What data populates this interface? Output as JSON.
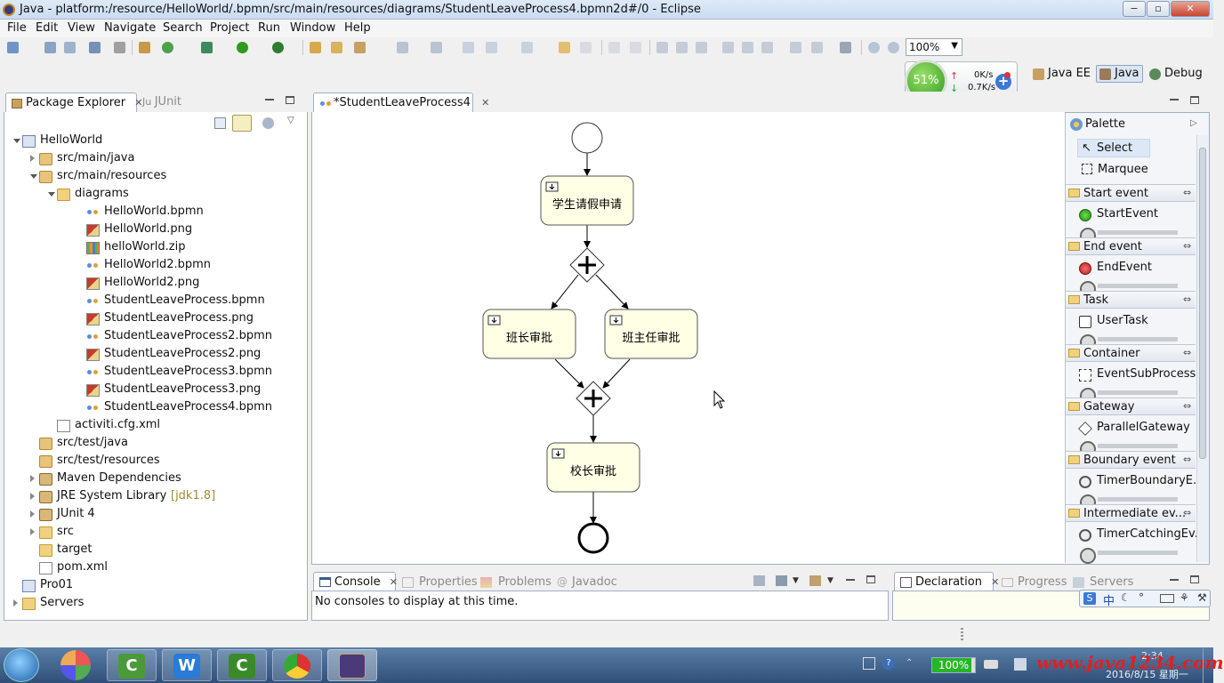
{
  "window": {
    "title": "Java - platform:/resource/HelloWorld/.bpmn/src/main/resources/diagrams/StudentLeaveProcess4.bpmn2d#/0 - Eclipse",
    "controls": [
      "−",
      "▫",
      "✕"
    ]
  },
  "menu": [
    "File",
    "Edit",
    "View",
    "Navigate",
    "Search",
    "Project",
    "Run",
    "Window",
    "Help"
  ],
  "toolbar": {
    "zoom": "100%"
  },
  "perspectives": [
    "Java EE",
    "Java",
    "Debug"
  ],
  "monitor": {
    "percent": "51%",
    "upload": "0K/s",
    "download": "0.7K/s",
    "plus": "+"
  },
  "left_panel": {
    "tabs": [
      "Package Explorer",
      "JUnit"
    ],
    "tree": [
      {
        "label": "HelloWorld",
        "depth": 0,
        "icon": "project",
        "twisty": "open"
      },
      {
        "label": "src/main/java",
        "depth": 1,
        "icon": "package",
        "twisty": "closed"
      },
      {
        "label": "src/main/resources",
        "depth": 1,
        "icon": "package",
        "twisty": "open"
      },
      {
        "label": "diagrams",
        "depth": 2,
        "icon": "folder",
        "twisty": "open"
      },
      {
        "label": "HelloWorld.bpmn",
        "depth": 3,
        "icon": "bpmn",
        "twisty": "none"
      },
      {
        "label": "HelloWorld.png",
        "depth": 3,
        "icon": "png",
        "twisty": "none"
      },
      {
        "label": "helloWorld.zip",
        "depth": 3,
        "icon": "zip",
        "twisty": "none"
      },
      {
        "label": "HelloWorld2.bpmn",
        "depth": 3,
        "icon": "bpmn",
        "twisty": "none"
      },
      {
        "label": "HelloWorld2.png",
        "depth": 3,
        "icon": "png",
        "twisty": "none"
      },
      {
        "label": "StudentLeaveProcess.bpmn",
        "depth": 3,
        "icon": "bpmn",
        "twisty": "none"
      },
      {
        "label": "StudentLeaveProcess.png",
        "depth": 3,
        "icon": "png",
        "twisty": "none"
      },
      {
        "label": "StudentLeaveProcess2.bpmn",
        "depth": 3,
        "icon": "bpmn",
        "twisty": "none"
      },
      {
        "label": "StudentLeaveProcess2.png",
        "depth": 3,
        "icon": "png",
        "twisty": "none"
      },
      {
        "label": "StudentLeaveProcess3.bpmn",
        "depth": 3,
        "icon": "bpmn",
        "twisty": "none"
      },
      {
        "label": "StudentLeaveProcess3.png",
        "depth": 3,
        "icon": "png",
        "twisty": "none"
      },
      {
        "label": "StudentLeaveProcess4.bpmn",
        "depth": 3,
        "icon": "bpmn",
        "twisty": "none"
      },
      {
        "label": "activiti.cfg.xml",
        "depth": 2,
        "icon": "xml",
        "twisty": "none"
      },
      {
        "label": "src/test/java",
        "depth": 1,
        "icon": "package",
        "twisty": "none"
      },
      {
        "label": "src/test/resources",
        "depth": 1,
        "icon": "package",
        "twisty": "none"
      },
      {
        "label": "Maven Dependencies",
        "depth": 1,
        "icon": "library",
        "twisty": "closed"
      },
      {
        "label": "JRE System Library",
        "suffix": "[jdk1.8]",
        "depth": 1,
        "icon": "library",
        "twisty": "closed"
      },
      {
        "label": "JUnit 4",
        "depth": 1,
        "icon": "library",
        "twisty": "closed"
      },
      {
        "label": "src",
        "depth": 1,
        "icon": "folder",
        "twisty": "closed"
      },
      {
        "label": "target",
        "depth": 1,
        "icon": "folder",
        "twisty": "none"
      },
      {
        "label": "pom.xml",
        "depth": 1,
        "icon": "xml",
        "twisty": "none"
      },
      {
        "label": "Pro01",
        "depth": 0,
        "icon": "project",
        "twisty": "none"
      },
      {
        "label": "Servers",
        "depth": 0,
        "icon": "folder",
        "twisty": "closed"
      }
    ]
  },
  "editor": {
    "tab": "*StudentLeaveProcess4",
    "diagram": {
      "tasks": [
        "学生请假申请",
        "班长审批",
        "班主任审批",
        "校长审批"
      ]
    }
  },
  "palette": {
    "title": "Palette",
    "tools": [
      "Select",
      "Marquee"
    ],
    "groups": [
      {
        "name": "Start event",
        "item": "StartEvent",
        "icon": "green-circle"
      },
      {
        "name": "End event",
        "item": "EndEvent",
        "icon": "red-circle"
      },
      {
        "name": "Task",
        "item": "UserTask",
        "icon": "user-task"
      },
      {
        "name": "Container",
        "item": "EventSubProcess",
        "icon": "dashed-box"
      },
      {
        "name": "Gateway",
        "item": "ParallelGateway",
        "icon": "diamond-plus"
      },
      {
        "name": "Boundary event",
        "item": "TimerBoundaryE...",
        "icon": "timer"
      },
      {
        "name": "Intermediate ev...",
        "item": "TimerCatchingEv...",
        "icon": "timer"
      }
    ]
  },
  "bottom_left": {
    "tabs": [
      "Console",
      "Properties",
      "Problems",
      "Javadoc"
    ],
    "message": "No consoles to display at this time."
  },
  "bottom_right": {
    "tabs": [
      "Declaration",
      "Progress",
      "Servers"
    ]
  },
  "ime": {
    "lang": "中",
    "items": [
      "S"
    ]
  },
  "taskbar": {
    "battery": "100%",
    "watermark": "www.java1234.com",
    "time": "2:34",
    "date": "2016/8/15 星期一"
  },
  "colors": {
    "accent": "#3b78d8",
    "task_fill": "#ffffe6",
    "monitor_green": "#2e9b1c"
  }
}
